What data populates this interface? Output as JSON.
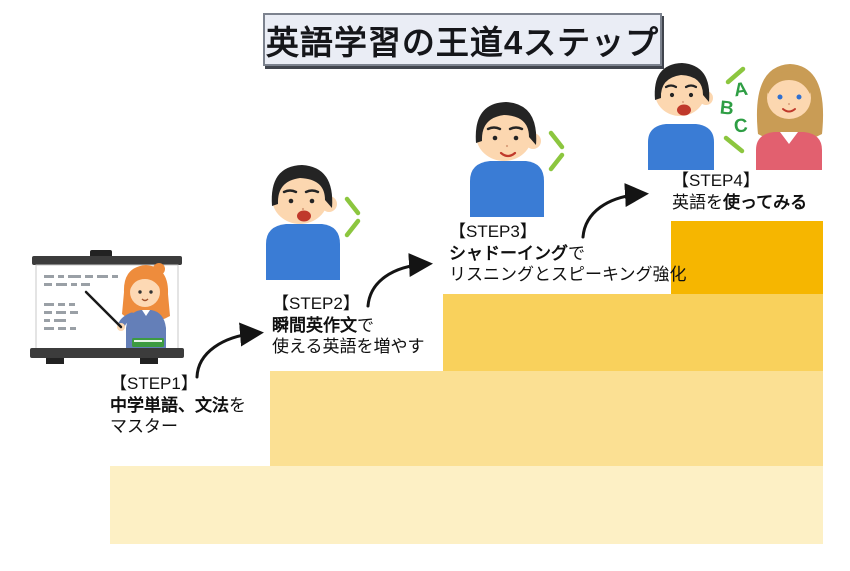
{
  "title": {
    "text": "英語学習の王道4ステップ"
  },
  "steps": [
    {
      "label": "【STEP1】",
      "prefix": "",
      "bold": "中学単語、文法",
      "suffix": "を",
      "line2": "マスター"
    },
    {
      "label": "【STEP2】",
      "prefix": "",
      "bold": "瞬間英作文",
      "suffix": "で",
      "line2": "使える英語を増やす"
    },
    {
      "label": "【STEP3】",
      "prefix": "",
      "bold": "シャドーイング",
      "suffix": "で",
      "line2": "リスニングとスピーキング強化"
    },
    {
      "label": "【STEP4】",
      "prefix": "英語を",
      "bold": "使ってみる",
      "suffix": "",
      "line2": ""
    }
  ],
  "stairs": {
    "colors": [
      "#fdf0c5",
      "#fbe093",
      "#f9d15c",
      "#f6b600"
    ]
  },
  "illustrations": {
    "step1": "teacher-pointing-at-whiteboard",
    "step2": "boy-speaking",
    "step3": "boy-shadowing",
    "step4": "boy-and-girl-talking",
    "abc": [
      "A",
      "B",
      "C"
    ]
  }
}
